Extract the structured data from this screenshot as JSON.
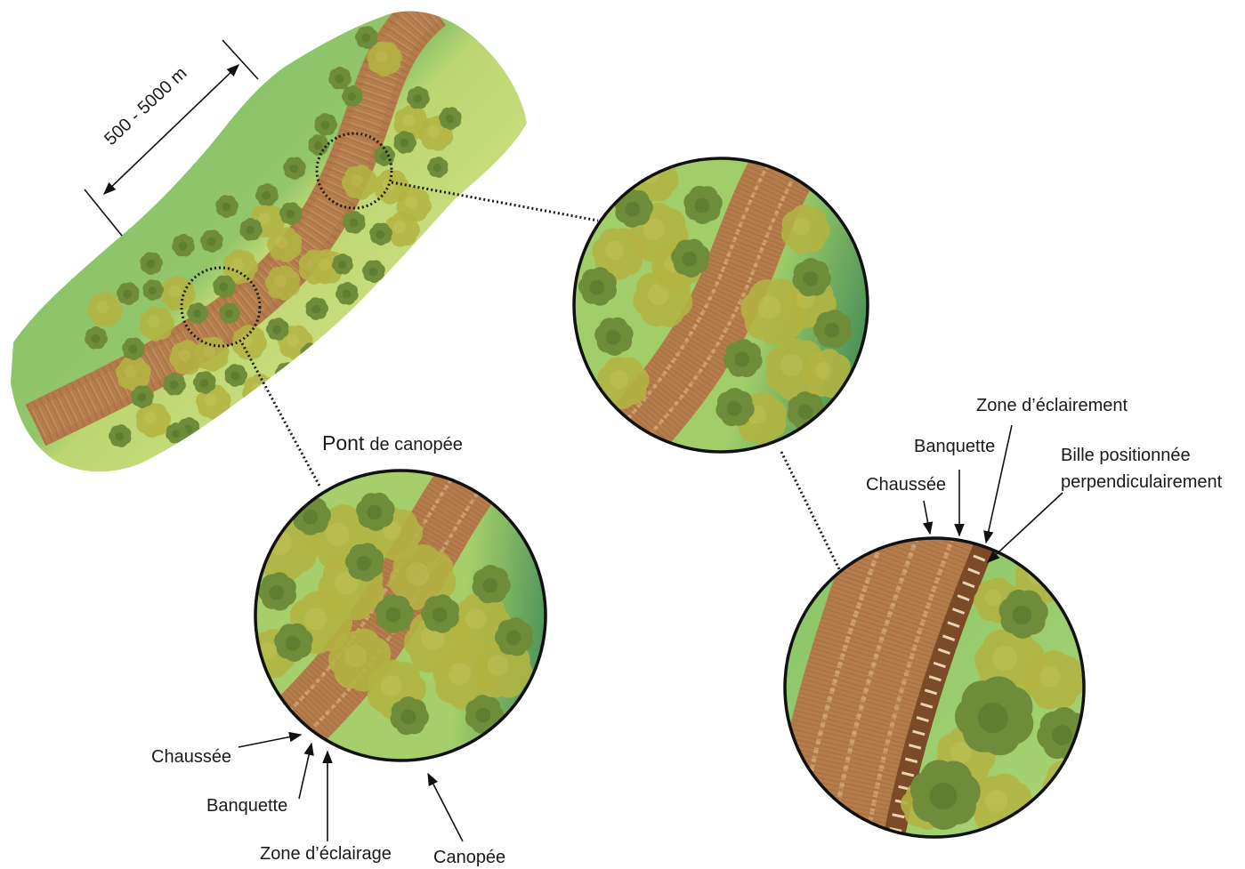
{
  "scale": {
    "label": "500 - 5000 m"
  },
  "labels": {
    "canopy_bridge": {
      "first": "Pont",
      "rest": "de canopée"
    },
    "left": {
      "chaussee": "Chaussée",
      "banquette": "Banquette",
      "zone": "Zone d’éclairage",
      "canopee": "Canopée"
    },
    "right": {
      "zone": "Zone d’éclairement",
      "banquette": "Banquette",
      "chaussee": "Chaussée",
      "bille_line1": "Bille positionnée",
      "bille_line2": "perpendiculairement"
    }
  },
  "colors": {
    "road": "#b47b4b",
    "road_light": "#d6ab78",
    "banquette": "#7b4a27",
    "log": "#ead3b2",
    "canopy_dark": "#6e8c3a",
    "canopy_dark_inner": "#5c7a30",
    "canopy_light": "#b3b443"
  }
}
